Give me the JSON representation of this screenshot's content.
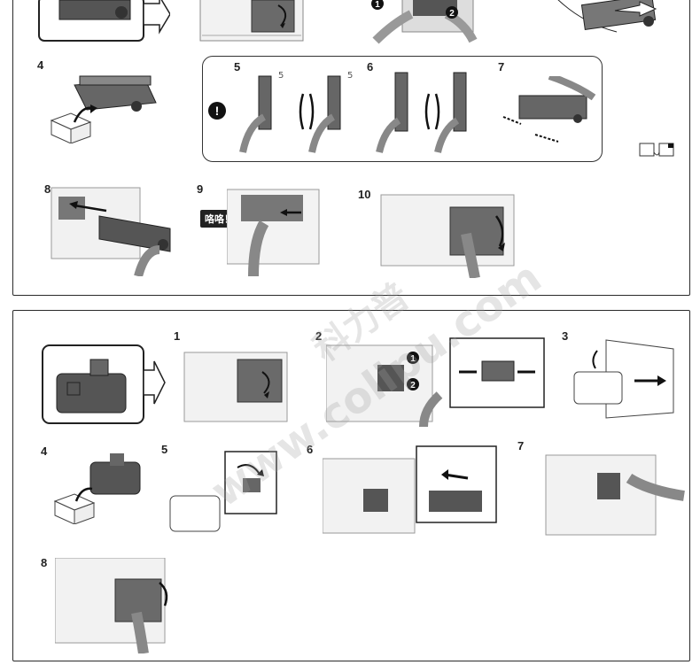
{
  "toner_panel": {
    "steps": [
      "4",
      "5",
      "6",
      "7",
      "8",
      "9",
      "10"
    ],
    "click_badge": "咯咯！",
    "warning_symbol": "!",
    "circled_numbers": [
      "1",
      "2"
    ],
    "page_ref_icon": "page-turn-icon"
  },
  "waste_panel": {
    "steps": [
      "1",
      "2",
      "3",
      "4",
      "5",
      "6",
      "7",
      "8"
    ],
    "circled_numbers": [
      "1",
      "2"
    ]
  },
  "watermark": {
    "text_cn": "科力普",
    "text_en": "www.colipu.com"
  }
}
